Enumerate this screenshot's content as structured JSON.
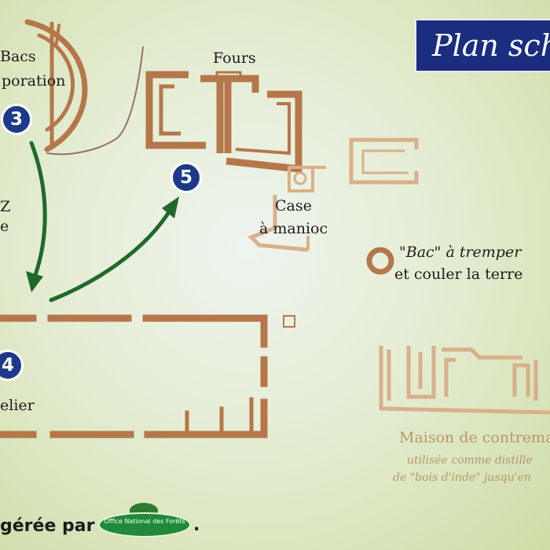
{
  "title": {
    "text": "Plan sché"
  },
  "labels": {
    "bacs_line1": "Bacs",
    "bacs_line2": "poration",
    "fours": "Fours",
    "case_line1": "Case",
    "case_line2": "à manioc",
    "bac_line1": "\"Bac\" à tremper",
    "bac_line2": "et couler la terre",
    "atelier": "elier",
    "maison_line1": "Maison de contrema",
    "maison_line2": "utilisée comme distille",
    "maison_line3": "de \"bois d'inde\" jusqu'en",
    "left_fragment_1": "Z",
    "left_fragment_2": "e",
    "footer": "gérée par",
    "footer_dot": "."
  },
  "markers": {
    "m3": "3",
    "m4": "4",
    "m5": "5"
  },
  "logo": {
    "text": "Office National des Forêts"
  },
  "colors": {
    "wall": "#b5774a",
    "wall_light": "#d8b08a",
    "arrow": "#1f6a2a",
    "marker": "#1d3a8a",
    "banner": "#1b2d7e"
  }
}
